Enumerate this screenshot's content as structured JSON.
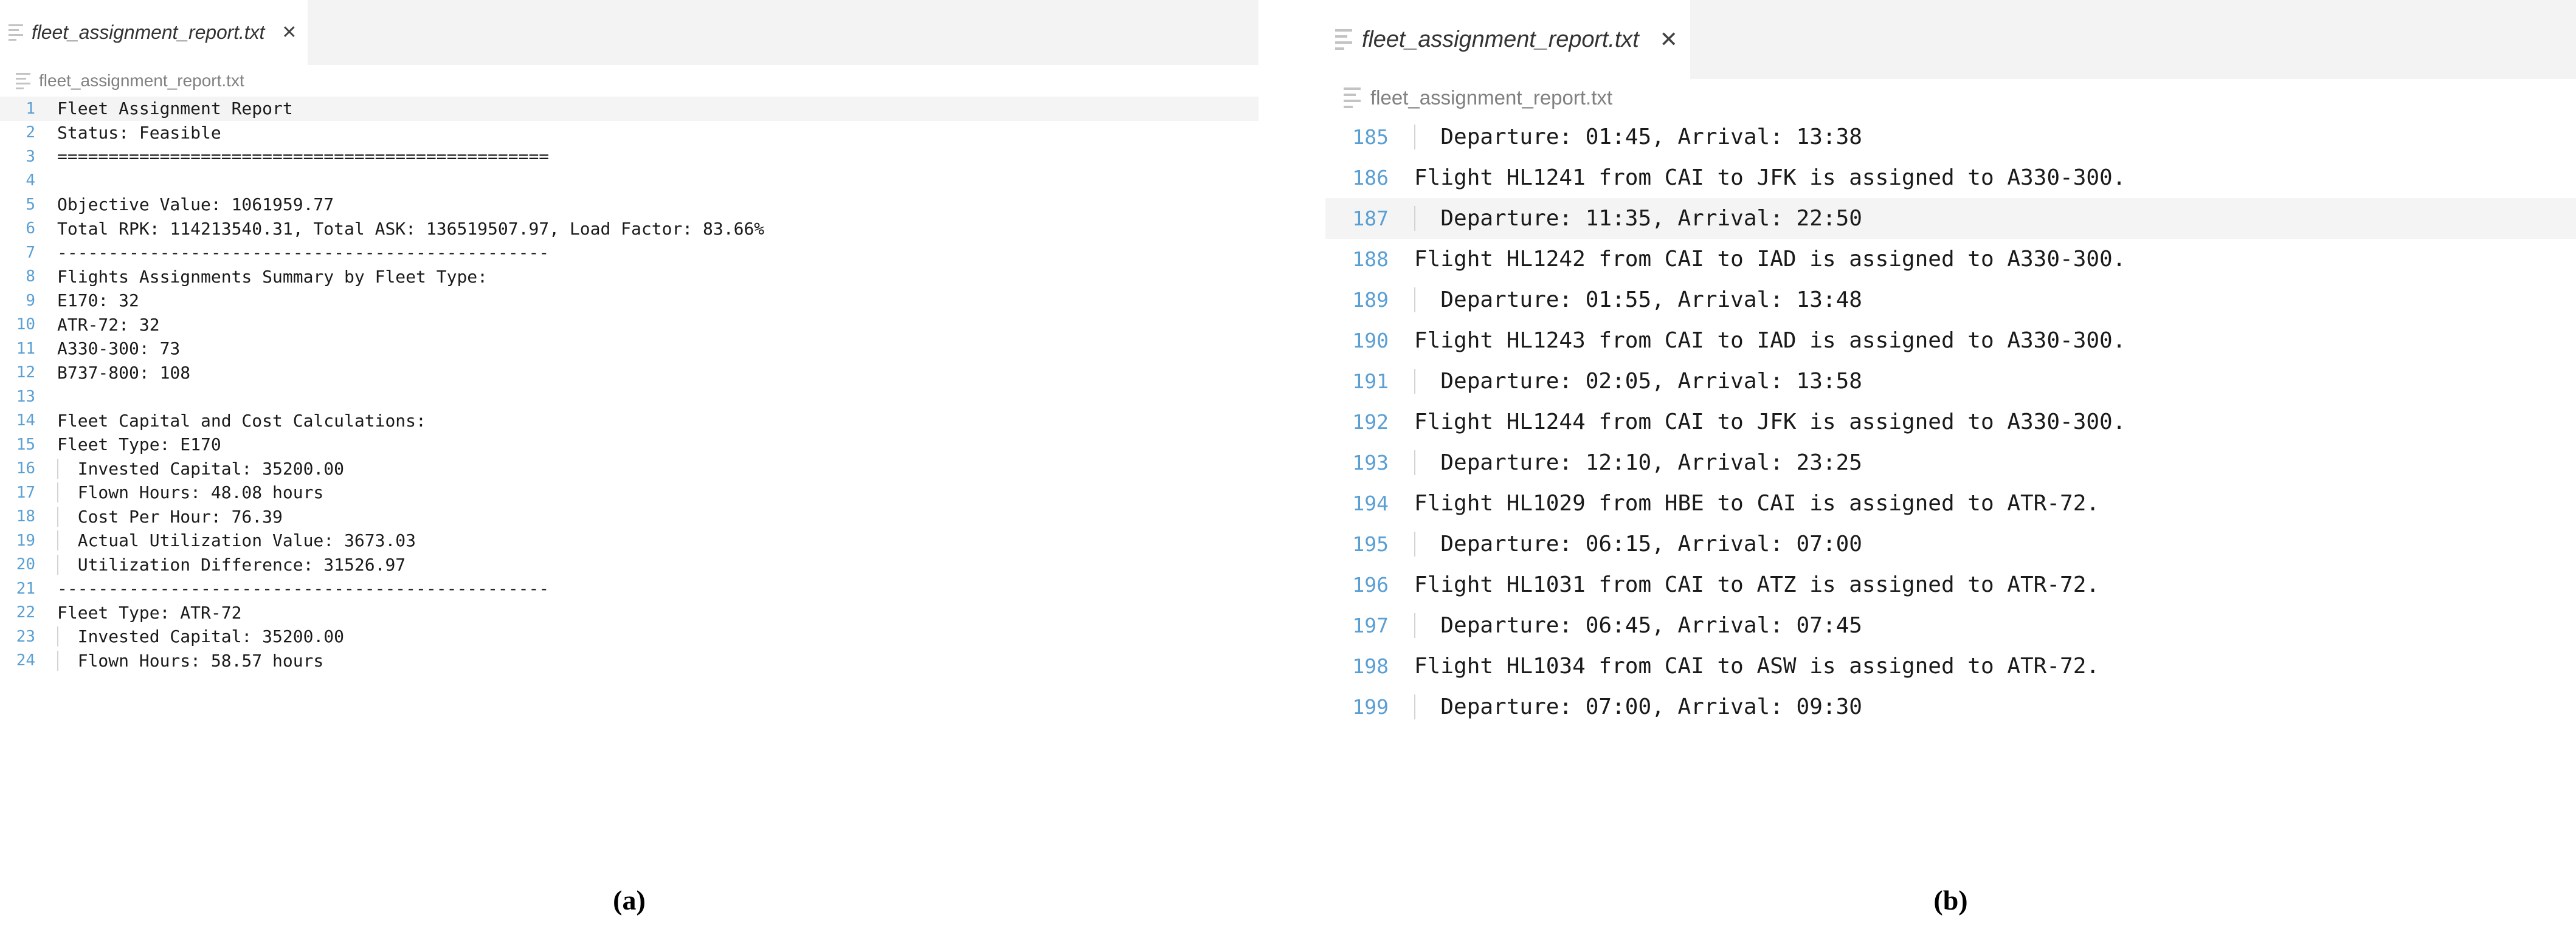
{
  "colors": {
    "background": "#ffffff",
    "tab_inactive_area": "#f3f3f3",
    "line_number": "#5a9fd4",
    "breadcrumb_text": "#808080",
    "code_text": "#1a1a1a",
    "active_line_highlight": "#f4f4f4",
    "indent_guide": "#d3d3d3",
    "icon_gray": "#c3c3c3"
  },
  "panel_a": {
    "caption": "(a)",
    "tab": {
      "icon": "text-file-icon",
      "label": "fleet_assignment_report.txt",
      "close_label": "✕"
    },
    "breadcrumb": {
      "icon": "text-file-icon",
      "label": "fleet_assignment_report.txt"
    },
    "lines": [
      {
        "n": "1",
        "text": "Fleet Assignment Report",
        "highlight": true,
        "guide": false
      },
      {
        "n": "2",
        "text": "Status: Feasible",
        "highlight": false,
        "guide": false
      },
      {
        "n": "3",
        "text": "================================================",
        "highlight": false,
        "guide": false
      },
      {
        "n": "4",
        "text": "",
        "highlight": false,
        "guide": false
      },
      {
        "n": "5",
        "text": "Objective Value: 1061959.77",
        "highlight": false,
        "guide": false
      },
      {
        "n": "6",
        "text": "Total RPK: 114213540.31, Total ASK: 136519507.97, Load Factor: 83.66%",
        "highlight": false,
        "guide": false
      },
      {
        "n": "7",
        "text": "------------------------------------------------",
        "highlight": false,
        "guide": false
      },
      {
        "n": "8",
        "text": "Flights Assignments Summary by Fleet Type:",
        "highlight": false,
        "guide": false
      },
      {
        "n": "9",
        "text": "E170: 32",
        "highlight": false,
        "guide": false
      },
      {
        "n": "10",
        "text": "ATR-72: 32",
        "highlight": false,
        "guide": false
      },
      {
        "n": "11",
        "text": "A330-300: 73",
        "highlight": false,
        "guide": false
      },
      {
        "n": "12",
        "text": "B737-800: 108",
        "highlight": false,
        "guide": false
      },
      {
        "n": "13",
        "text": "",
        "highlight": false,
        "guide": false
      },
      {
        "n": "14",
        "text": "Fleet Capital and Cost Calculations:",
        "highlight": false,
        "guide": false
      },
      {
        "n": "15",
        "text": "Fleet Type: E170",
        "highlight": false,
        "guide": false
      },
      {
        "n": "16",
        "text": "  Invested Capital: 35200.00",
        "highlight": false,
        "guide": true
      },
      {
        "n": "17",
        "text": "  Flown Hours: 48.08 hours",
        "highlight": false,
        "guide": true
      },
      {
        "n": "18",
        "text": "  Cost Per Hour: 76.39",
        "highlight": false,
        "guide": true
      },
      {
        "n": "19",
        "text": "  Actual Utilization Value: 3673.03",
        "highlight": false,
        "guide": true
      },
      {
        "n": "20",
        "text": "  Utilization Difference: 31526.97",
        "highlight": false,
        "guide": true
      },
      {
        "n": "21",
        "text": "------------------------------------------------",
        "highlight": false,
        "guide": false
      },
      {
        "n": "22",
        "text": "Fleet Type: ATR-72",
        "highlight": false,
        "guide": false
      },
      {
        "n": "23",
        "text": "  Invested Capital: 35200.00",
        "highlight": false,
        "guide": true
      },
      {
        "n": "24",
        "text": "  Flown Hours: 58.57 hours",
        "highlight": false,
        "guide": true
      }
    ]
  },
  "panel_b": {
    "caption": "(b)",
    "tab": {
      "icon": "text-file-icon",
      "label": "fleet_assignment_report.txt",
      "close_label": "✕"
    },
    "breadcrumb": {
      "icon": "text-file-icon",
      "label": "fleet_assignment_report.txt"
    },
    "lines": [
      {
        "n": "185",
        "text": "  Departure: 01:45, Arrival: 13:38",
        "highlight": false,
        "guide": true
      },
      {
        "n": "186",
        "text": "Flight HL1241 from CAI to JFK is assigned to A330-300.",
        "highlight": false,
        "guide": false
      },
      {
        "n": "187",
        "text": "  Departure: 11:35, Arrival: 22:50",
        "highlight": true,
        "guide": true
      },
      {
        "n": "188",
        "text": "Flight HL1242 from CAI to IAD is assigned to A330-300.",
        "highlight": false,
        "guide": false
      },
      {
        "n": "189",
        "text": "  Departure: 01:55, Arrival: 13:48",
        "highlight": false,
        "guide": true
      },
      {
        "n": "190",
        "text": "Flight HL1243 from CAI to IAD is assigned to A330-300.",
        "highlight": false,
        "guide": false
      },
      {
        "n": "191",
        "text": "  Departure: 02:05, Arrival: 13:58",
        "highlight": false,
        "guide": true
      },
      {
        "n": "192",
        "text": "Flight HL1244 from CAI to JFK is assigned to A330-300.",
        "highlight": false,
        "guide": false
      },
      {
        "n": "193",
        "text": "  Departure: 12:10, Arrival: 23:25",
        "highlight": false,
        "guide": true
      },
      {
        "n": "194",
        "text": "Flight HL1029 from HBE to CAI is assigned to ATR-72.",
        "highlight": false,
        "guide": false
      },
      {
        "n": "195",
        "text": "  Departure: 06:15, Arrival: 07:00",
        "highlight": false,
        "guide": true
      },
      {
        "n": "196",
        "text": "Flight HL1031 from CAI to ATZ is assigned to ATR-72.",
        "highlight": false,
        "guide": false
      },
      {
        "n": "197",
        "text": "  Departure: 06:45, Arrival: 07:45",
        "highlight": false,
        "guide": true
      },
      {
        "n": "198",
        "text": "Flight HL1034 from CAI to ASW is assigned to ATR-72.",
        "highlight": false,
        "guide": false
      },
      {
        "n": "199",
        "text": "  Departure: 07:00, Arrival: 09:30",
        "highlight": false,
        "guide": true
      }
    ]
  }
}
